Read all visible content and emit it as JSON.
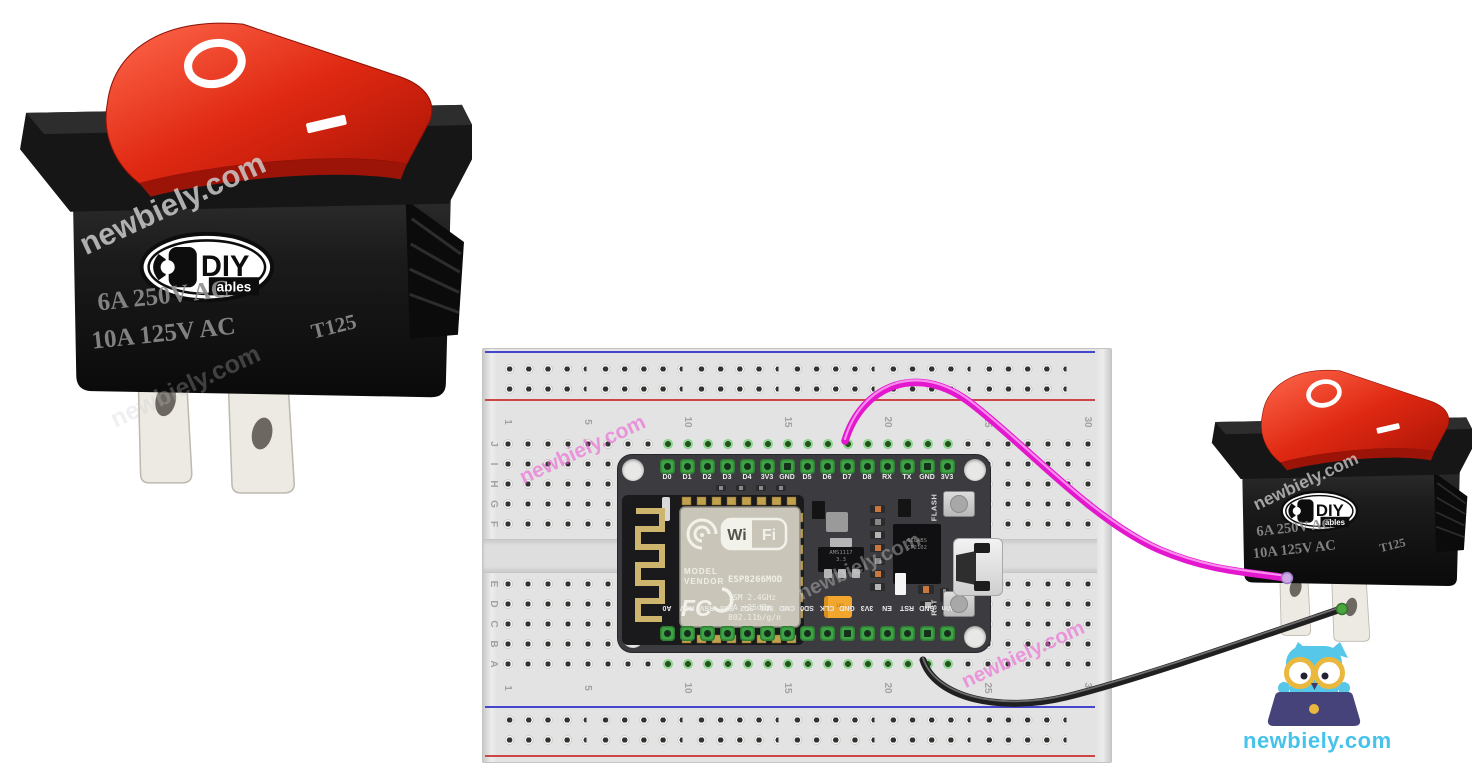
{
  "site": {
    "brand_text": "newbiely.com"
  },
  "watermark": {
    "text": "newbiely.com"
  },
  "rocker_switch": {
    "off_label": "O",
    "on_label": "I",
    "logo_brand": "DIY",
    "logo_suffix": "ables",
    "rating_line1": "6A 250V AC",
    "rating_line2": "10A 125V AC",
    "type_code": "T125"
  },
  "breadboard": {
    "column_numbers": [
      "1",
      "5",
      "10",
      "15",
      "20",
      "25",
      "30"
    ],
    "row_letters_top": [
      "J",
      "I",
      "H",
      "G",
      "F"
    ],
    "row_letters_bottom": [
      "E",
      "D",
      "C",
      "B",
      "A"
    ]
  },
  "esp8266": {
    "top_pins": [
      "D0",
      "D1",
      "D2",
      "D3",
      "D4",
      "3V3",
      "GND",
      "D5",
      "D6",
      "D7",
      "D8",
      "RX",
      "TX",
      "GND",
      "3V3"
    ],
    "bottom_pins": [
      "A0",
      "RSV",
      "RSV",
      "SD3",
      "SD2",
      "SD1",
      "CMD",
      "SD0",
      "CLK",
      "GND",
      "3V3",
      "EN",
      "RST",
      "GND",
      "Vin"
    ],
    "module": {
      "wifi_left": "Wi",
      "wifi_right": "Fi",
      "model": "MODEL",
      "vendor": "VENDOR",
      "chip": "ESP8266MOD",
      "fcc": "FC",
      "ism": "ISM 2.4GHz",
      "pa": "PA +25dBm",
      "std": "802.11b/g/n"
    },
    "regulator_line1": "AMS1117",
    "regulator_line2": "3.3",
    "usb_chip_line1": "SILABS",
    "usb_chip_line2": "CP2102",
    "flash_button": "FLASH",
    "reset_button": "RST"
  },
  "wires": {
    "signal_color": "#e318ce",
    "ground_color": "#202020"
  },
  "colors": {
    "switch_red": "#d92a12",
    "rail_blue": "#4646cd",
    "rail_red": "#cd4646",
    "owl_body": "#56c7e8",
    "owl_glasses": "#eab83e",
    "owl_laptop": "#45437a",
    "brand_text": "#46c3ea"
  }
}
